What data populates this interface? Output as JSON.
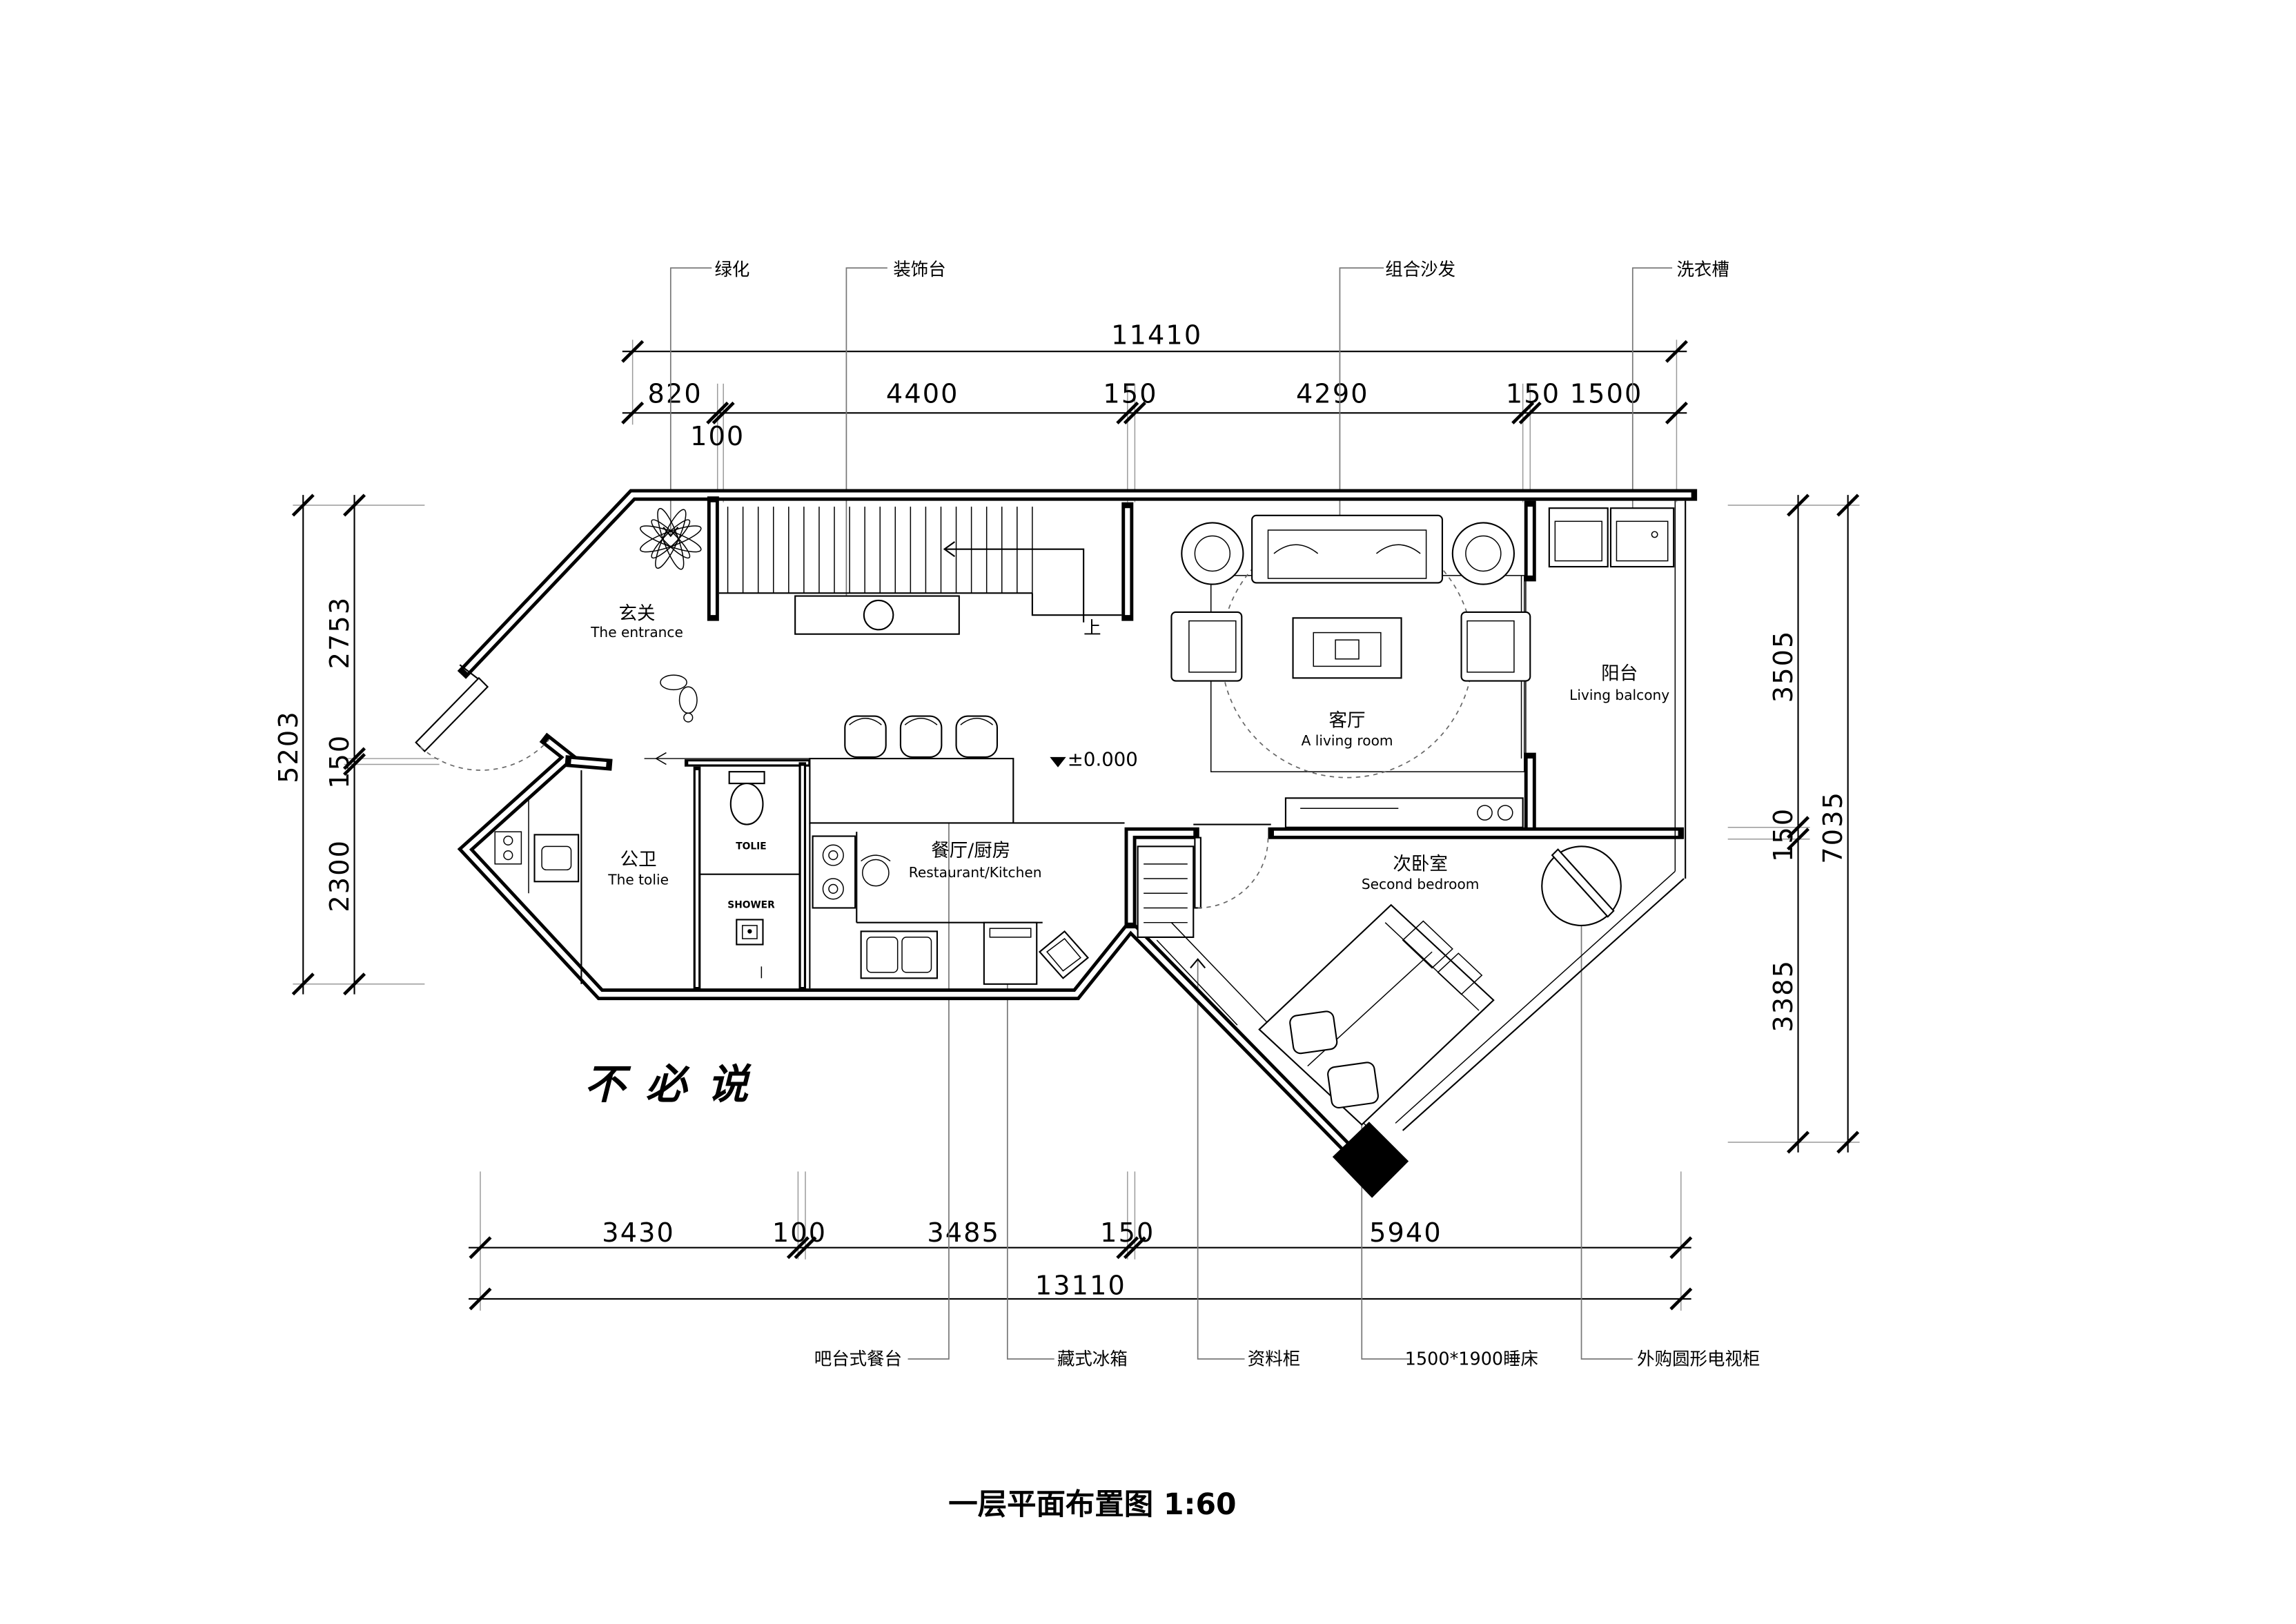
{
  "title": "一层平面布置图 1:60",
  "signature": "不必说",
  "top_labels": [
    "绿化",
    "装饰台",
    "组合沙发",
    "洗衣槽"
  ],
  "bottom_labels": [
    "吧台式餐台",
    "藏式冰箱",
    "资料柜",
    "1500*1900睡床",
    "外购圆形电视柜"
  ],
  "dims": {
    "top_total": "11410",
    "top": [
      "820",
      "4400",
      "150",
      "4290",
      "150",
      "1500"
    ],
    "top_small": "100",
    "left_total": "5203",
    "left": [
      "2753",
      "150",
      "2300"
    ],
    "right": [
      "3505",
      "150",
      "3385"
    ],
    "right_total": "7035",
    "bottom": [
      "3430",
      "100",
      "3485",
      "150",
      "5940"
    ],
    "bottom_total": "13110"
  },
  "rooms": {
    "entrance": {
      "cn": "玄关",
      "en": "The entrance"
    },
    "living": {
      "cn": "客厅",
      "en": "A living room"
    },
    "balcony": {
      "cn": "阳台",
      "en": "Living balcony"
    },
    "bath": {
      "cn": "公卫",
      "en": "The tolie"
    },
    "kitchen": {
      "cn": "餐厅/厨房",
      "en": "Restaurant/Kitchen"
    },
    "bedroom": {
      "cn": "次卧室",
      "en": "Second bedroom"
    }
  },
  "fixtures": {
    "toilet": "TOLIE",
    "shower": "SHOWER"
  },
  "stair_up": "上",
  "elevation": "±0.000",
  "colors": {
    "line": "#000000",
    "extension_line": "#9a9a9a",
    "background": "#ffffff"
  }
}
